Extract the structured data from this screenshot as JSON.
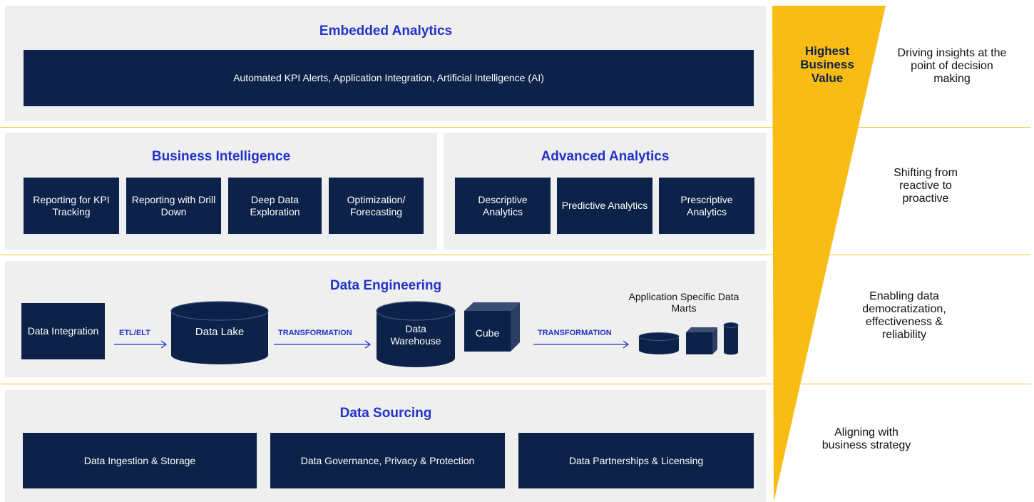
{
  "embedded": {
    "title": "Embedded Analytics",
    "bar": "Automated KPI Alerts, Application Integration, Artificial Intelligence (AI)"
  },
  "bi": {
    "title": "Business Intelligence",
    "boxes": [
      "Reporting for KPI Tracking",
      "Reporting with Drill Down",
      "Deep Data Exploration",
      "Optimization/ Forecasting"
    ]
  },
  "advanced": {
    "title": "Advanced Analytics",
    "boxes": [
      "Descriptive Analytics",
      "Predictive Analytics",
      "Prescriptive Analytics"
    ]
  },
  "engineering": {
    "title": "Data Engineering",
    "integration": "Data Integration",
    "arrow1": "ETL/ELT",
    "lake": "Data Lake",
    "arrow2": "TRANSFORMATION",
    "warehouse": "Data Warehouse",
    "cube": "Cube",
    "arrow3": "TRANSFORMATION",
    "marts": "Application Specific Data Marts"
  },
  "sourcing": {
    "title": "Data Sourcing",
    "boxes": [
      "Data Ingestion & Storage",
      "Data Governance, Privacy & Protection",
      "Data Partnerships & Licensing"
    ]
  },
  "value_label": "Highest Business Value",
  "right_texts": [
    "Driving insights at the point of decision making",
    "Shifting from reactive to proactive",
    "Enabling data democratization, effectiveness & reliability",
    "Aligning with business strategy"
  ],
  "colors": {
    "navy": "#0d2249",
    "accent_blue": "#2233c8",
    "gold": "#f9bc15",
    "panel": "#efefef"
  }
}
